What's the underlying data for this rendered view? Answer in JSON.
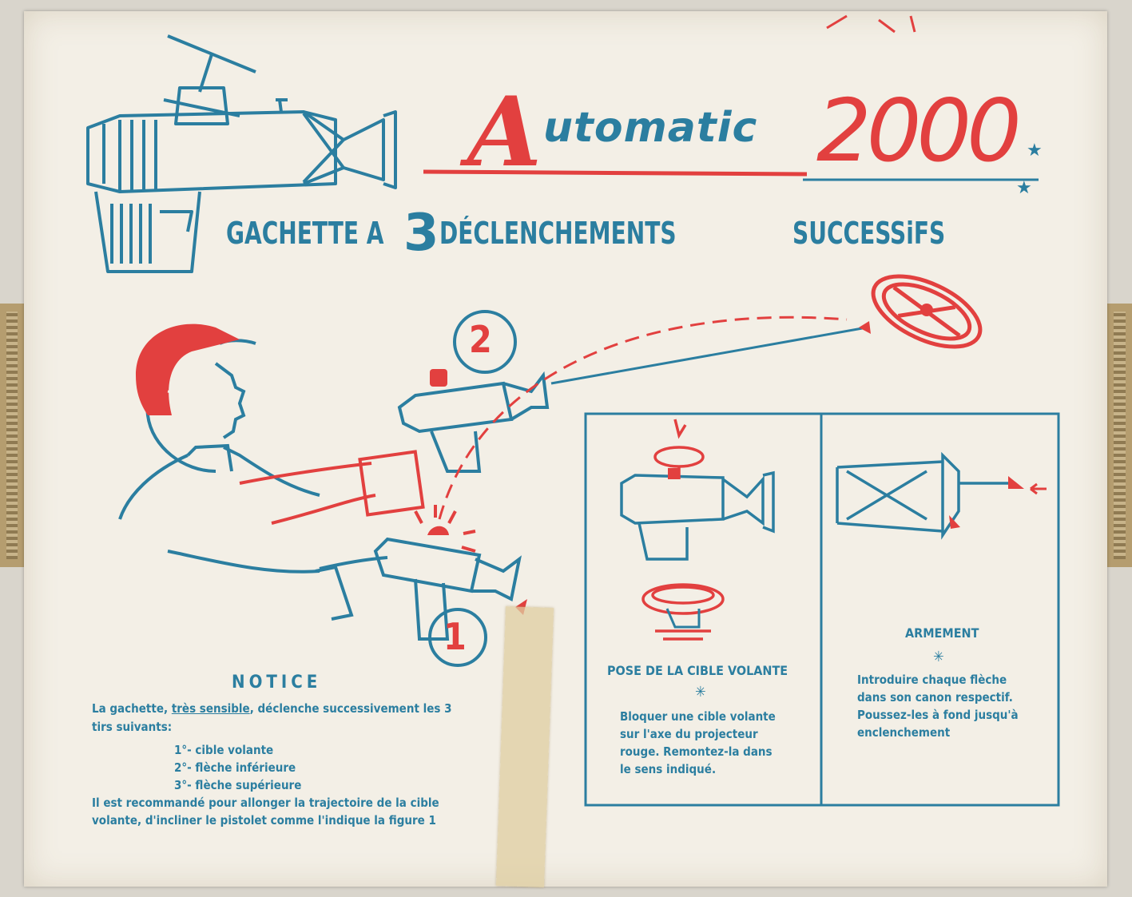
{
  "logo": {
    "a": "A",
    "word": "utomatic",
    "number": "2000"
  },
  "tagline": {
    "part1": "GACHETTE A",
    "num": "3",
    "part2": "DÉCLENCHEMENTS",
    "part3": "SUCCESSiFS"
  },
  "labels": {
    "step1": "1",
    "step2": "2"
  },
  "notice": {
    "title": "NOTICE",
    "line1a": "La gachette, ",
    "line1b": "très sensible",
    "line1c": ", déclenche successivement les 3",
    "line2": "tirs suivants:",
    "item1": "1°- cible volante",
    "item2": "2°- flèche inférieure",
    "item3": "3°- flèche supérieure",
    "line3": "Il est recommandé pour allonger la trajectoire de la cible",
    "line4": "volante, d'incliner le pistolet comme l'indique la figure 1"
  },
  "panel_left": {
    "title": "POSE DE LA CIBLE VOLANTE",
    "star": "✳",
    "l1": "Bloquer une cible volante",
    "l2": "sur l'axe du projecteur",
    "l3": "rouge. Remontez-la dans",
    "l4": "le sens indiqué."
  },
  "panel_right": {
    "title": "ARMEMENT",
    "star": "✳",
    "l1": "Introduire chaque flèche",
    "l2": "dans son canon respectif.",
    "l3": "Poussez-les à fond jusqu'à",
    "l4": "enclenchement"
  },
  "colors": {
    "blue": "#2b7ea0",
    "red": "#e2403f",
    "paper": "#f3efe6"
  }
}
